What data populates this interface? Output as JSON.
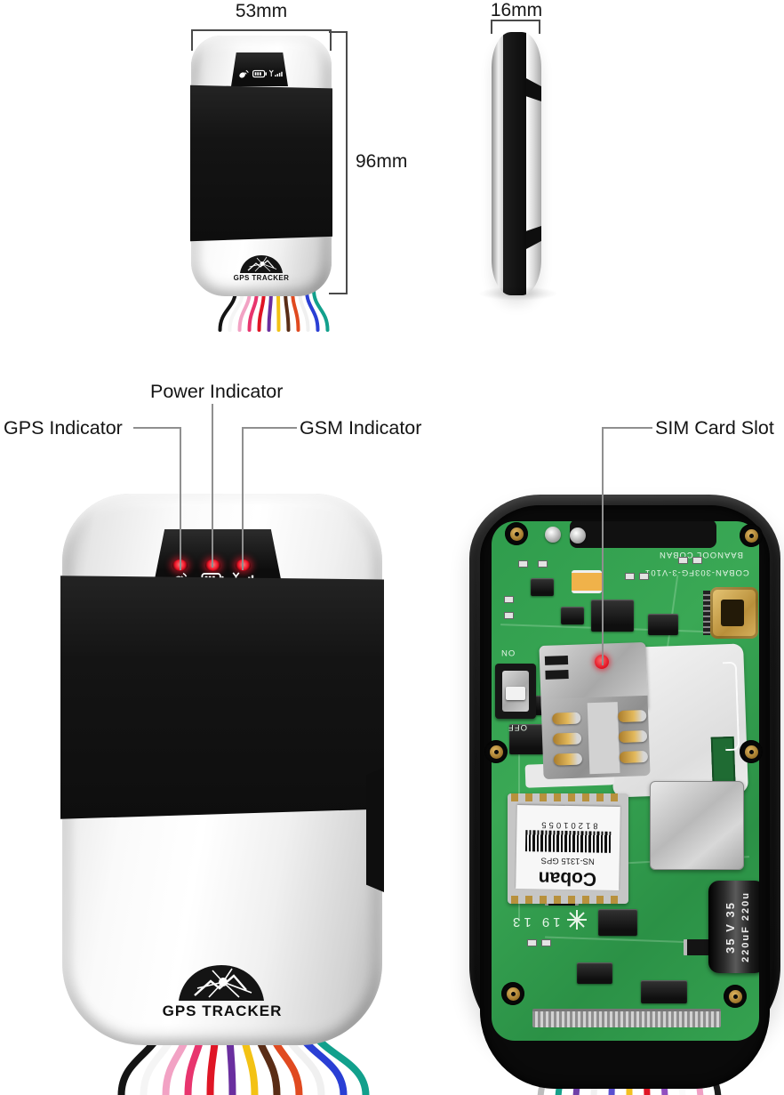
{
  "dimensions": {
    "width": "53mm",
    "height": "96mm",
    "thickness": "16mm"
  },
  "callouts": {
    "power": "Power Indicator",
    "gps": "GPS Indicator",
    "gsm": "GSM Indicator",
    "sim": "SIM Card Slot"
  },
  "branding": {
    "logo": "GPS TRACKER"
  },
  "pcb": {
    "silk_top": "BAANOOL COBAN",
    "silk_model": "COBAN-303FG-3-V101",
    "switch_on": "ON",
    "switch_off": "OFF",
    "date_code": "19 13",
    "gps_module": {
      "brand": "Coban",
      "model": "NS-1315 GPS",
      "serial": "81201055"
    },
    "capacitor": {
      "line1": "35 V 35",
      "line2": "220uF 220u"
    }
  },
  "colors": {
    "pcb_green": "#2f9c4c",
    "led_red": "#ef1427",
    "leader_line": "#8f8f8f",
    "dimension_line": "#4a4a4a",
    "case_silver": "#e6e6e6",
    "case_black": "#101010"
  },
  "wire_fans": {
    "front_large": {
      "colors": [
        "#141414",
        "#f5f5f5",
        "#f2a2c4",
        "#e8356e",
        "#df1525",
        "#6a2f9f",
        "#f3c214",
        "#5a2d16",
        "#e04a20",
        "#f0f0f0",
        "#2a3fd4",
        "#12a08c"
      ]
    },
    "front_small": {
      "colors": [
        "#141414",
        "#f5f5f5",
        "#f2a2c4",
        "#e8356e",
        "#df1525",
        "#6a2f9f",
        "#f3c214",
        "#5a2d16",
        "#e04a20",
        "#f0f0f0",
        "#2a3fd4",
        "#12a08c"
      ]
    },
    "internal": {
      "colors": [
        "#bdbdbd",
        "#16a08a",
        "#7040a8",
        "#f0f0f0",
        "#5a4fd0",
        "#f2c020",
        "#e01525",
        "#9050c0",
        "#fafafa",
        "#f0a0c4",
        "#1c1c1c"
      ]
    }
  }
}
